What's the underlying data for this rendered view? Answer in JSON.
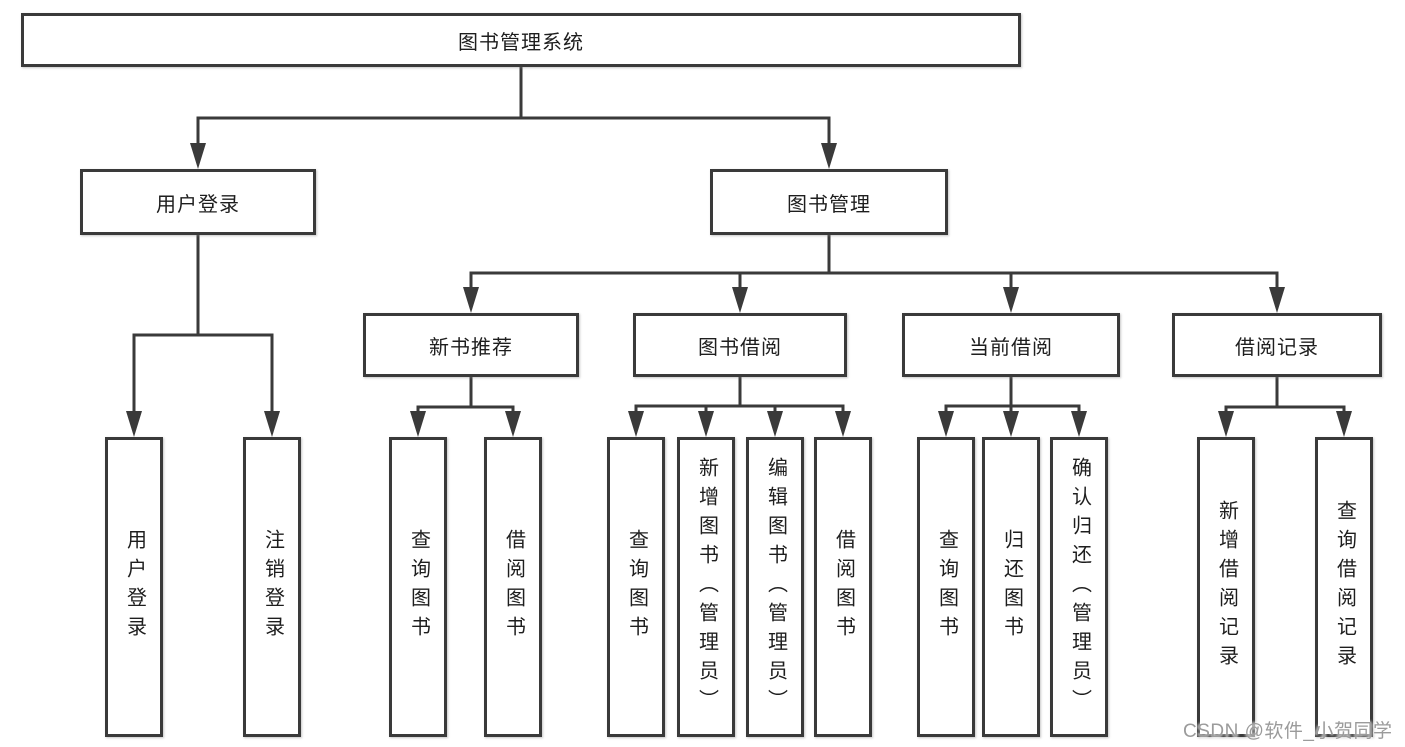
{
  "diagram": {
    "root": {
      "label": "图书管理系统"
    },
    "branches": [
      {
        "label": "用户登录",
        "children": [
          {
            "label": "用户登录"
          },
          {
            "label": "注销登录"
          }
        ]
      },
      {
        "label": "图书管理",
        "children": [
          {
            "label": "新书推荐",
            "children": [
              {
                "label": "查询图书"
              },
              {
                "label": "借阅图书"
              }
            ]
          },
          {
            "label": "图书借阅",
            "children": [
              {
                "label": "查询图书"
              },
              {
                "label": "新增图书（管理员）"
              },
              {
                "label": "编辑图书（管理员）"
              },
              {
                "label": "借阅图书"
              }
            ]
          },
          {
            "label": "当前借阅",
            "children": [
              {
                "label": "查询图书"
              },
              {
                "label": "归还图书"
              },
              {
                "label": "确认归还（管理员）"
              }
            ]
          },
          {
            "label": "借阅记录",
            "children": [
              {
                "label": "新增借阅记录"
              },
              {
                "label": "查询借阅记录"
              }
            ]
          }
        ]
      }
    ]
  },
  "watermark": {
    "text": "CSDN @软件_小贺同学",
    "color": "#9b9b9b"
  },
  "colors": {
    "line": "#3a3a3a",
    "box_border": "#3a3a3a",
    "box_fill": "#ffffff",
    "text": "#1e1e1e",
    "background": "#ffffff"
  }
}
